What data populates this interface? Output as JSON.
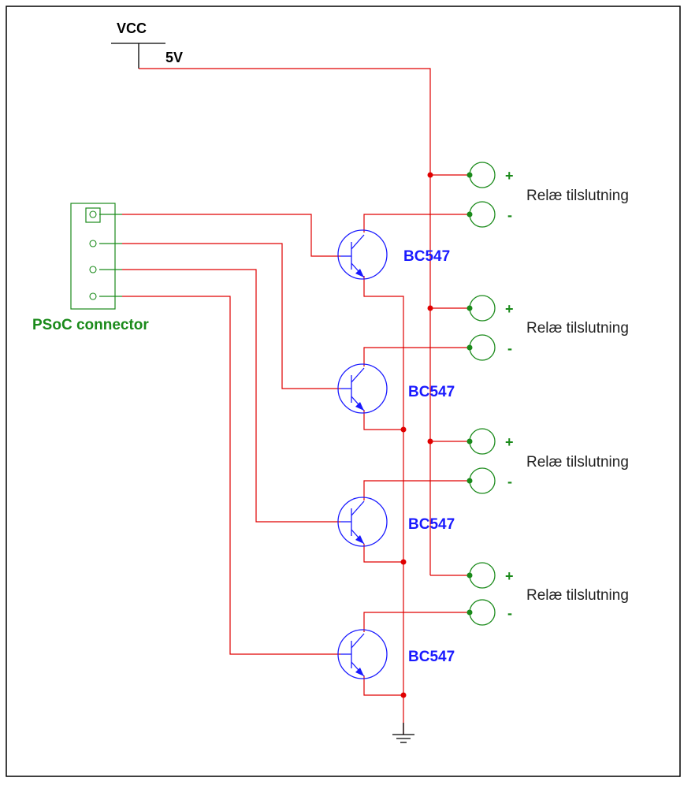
{
  "supply": {
    "name": "VCC",
    "voltage": "5V"
  },
  "connector": {
    "label": "PSoC connector"
  },
  "transistors": [
    {
      "label": "BC547"
    },
    {
      "label": "BC547"
    },
    {
      "label": "BC547"
    },
    {
      "label": "BC547"
    }
  ],
  "relays": [
    {
      "label": "Relæ tilslutning",
      "plus": "+",
      "minus": "-"
    },
    {
      "label": "Relæ tilslutning",
      "plus": "+",
      "minus": "-"
    },
    {
      "label": "Relæ tilslutning",
      "plus": "+",
      "minus": "-"
    },
    {
      "label": "Relæ tilslutning",
      "plus": "+",
      "minus": "-"
    }
  ],
  "colors": {
    "wire": "#e00000",
    "component": "#1a1aff",
    "connector": "#1a8a1a",
    "supply": "#000000"
  }
}
